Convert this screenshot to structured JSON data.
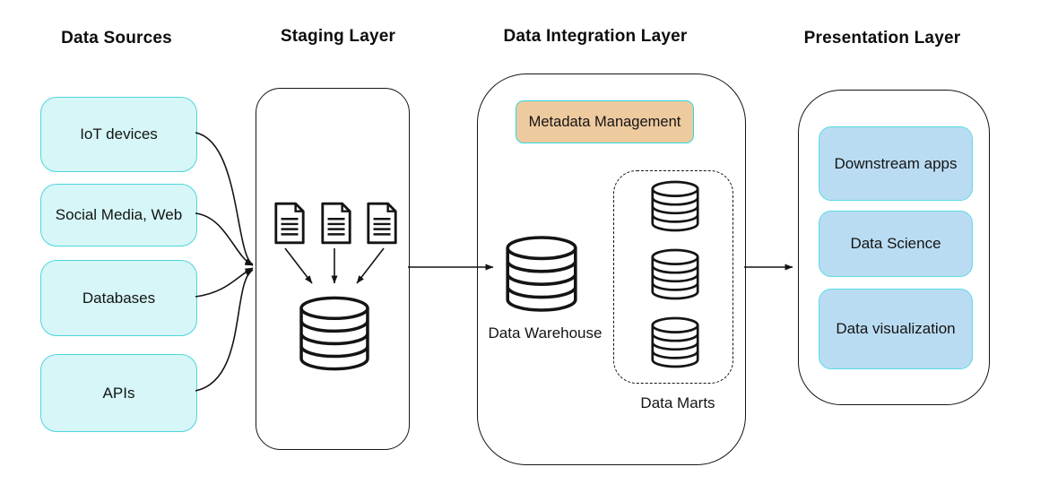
{
  "titles": {
    "sources": "Data Sources",
    "staging": "Staging Layer",
    "integration": "Data Integration Layer",
    "presentation": "Presentation Layer"
  },
  "sources": {
    "items": [
      {
        "label": "IoT devices"
      },
      {
        "label": "Social Media, Web"
      },
      {
        "label": "Databases"
      },
      {
        "label": "APIs"
      }
    ]
  },
  "integration": {
    "metadata_label": "Metadata Management",
    "warehouse_label": "Data Warehouse",
    "marts_label": "Data Marts"
  },
  "presentation": {
    "items": [
      {
        "label": "Downstream apps"
      },
      {
        "label": "Data Science"
      },
      {
        "label": "Data visualization"
      }
    ]
  },
  "icons": {
    "staging_files": "document-icon",
    "staging_storage": "database-cylinder-icon",
    "warehouse": "database-cylinder-icon",
    "marts": "database-cylinder-icon"
  },
  "colors": {
    "source_fill": "#d6f6f7",
    "source_border": "#4fd5dc",
    "presentation_fill": "#badcf2",
    "presentation_border": "#5cdbe3",
    "metadata_fill": "#eeca9f",
    "metadata_border": "#2fd9e0",
    "outline": "#141414"
  }
}
